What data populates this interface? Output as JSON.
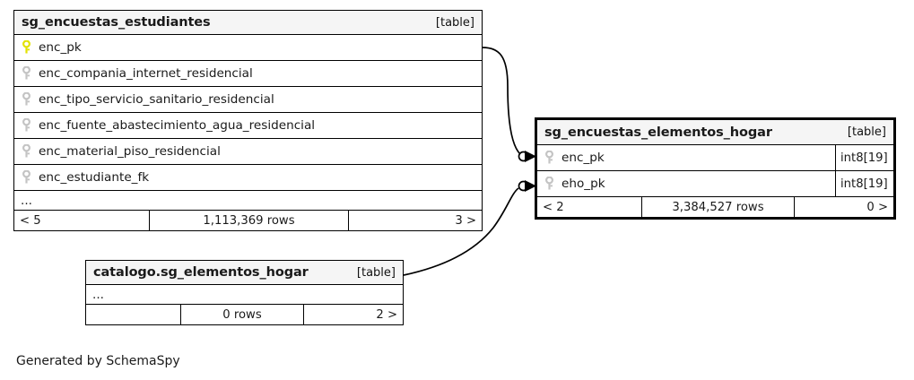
{
  "diagram": {
    "generator_note": "Generated by SchemaSpy",
    "table_kind_label": "[table]"
  },
  "tables": {
    "encuestas_estudiantes": {
      "name": "sg_encuestas_estudiantes",
      "kind": "[table]",
      "columns": [
        {
          "name": "enc_pk",
          "icon": "key-icon-primary",
          "key": "primary",
          "type": ""
        },
        {
          "name": "enc_compania_internet_residencial",
          "icon": "key-icon-foreign",
          "key": "foreign",
          "type": ""
        },
        {
          "name": "enc_tipo_servicio_sanitario_residencial",
          "icon": "key-icon-foreign",
          "key": "foreign",
          "type": ""
        },
        {
          "name": "enc_fuente_abastecimiento_agua_residencial",
          "icon": "key-icon-foreign",
          "key": "foreign",
          "type": ""
        },
        {
          "name": "enc_material_piso_residencial",
          "icon": "key-icon-foreign",
          "key": "foreign",
          "type": ""
        },
        {
          "name": "enc_estudiante_fk",
          "icon": "key-icon-foreign",
          "key": "foreign",
          "type": ""
        }
      ],
      "more_columns_indicator": "...",
      "footer": {
        "left": "< 5",
        "center": "1,113,369 rows",
        "right": "3 >"
      }
    },
    "elementos_hogar": {
      "name": "sg_encuestas_elementos_hogar",
      "kind": "[table]",
      "focused": true,
      "columns": [
        {
          "name": "enc_pk",
          "icon": "key-icon-foreign",
          "key": "foreign",
          "type": "int8[19]"
        },
        {
          "name": "eho_pk",
          "icon": "key-icon-foreign",
          "key": "foreign",
          "type": "int8[19]"
        }
      ],
      "footer": {
        "left": "< 2",
        "center": "3,384,527 rows",
        "right": "0 >"
      }
    },
    "catalogo_elementos_hogar": {
      "name": "catalogo.sg_elementos_hogar",
      "kind": "[table]",
      "more_columns_indicator": "...",
      "footer": {
        "left": "",
        "center": "0 rows",
        "right": "2 >"
      }
    }
  },
  "relationships": [
    {
      "id": "rel-estudiantes-to-elementos",
      "from_table": "sg_encuestas_estudiantes",
      "from_column": "enc_pk",
      "to_table": "sg_encuestas_elementos_hogar",
      "to_column": "enc_pk",
      "end_marker": "circle-and-arrow"
    },
    {
      "id": "rel-catalogo-to-elementos",
      "from_table": "catalogo.sg_elementos_hogar",
      "to_table": "sg_encuestas_elementos_hogar",
      "to_column": "eho_pk",
      "end_marker": "circle-and-arrow"
    }
  ],
  "colors": {
    "primary_key_icon": "#e8e800",
    "foreign_key_icon": "#c4c4c4",
    "table_border": "#000000",
    "header_background": "#f5f5f5",
    "page_background": "#ffffff",
    "text": "#1a1a1a"
  }
}
